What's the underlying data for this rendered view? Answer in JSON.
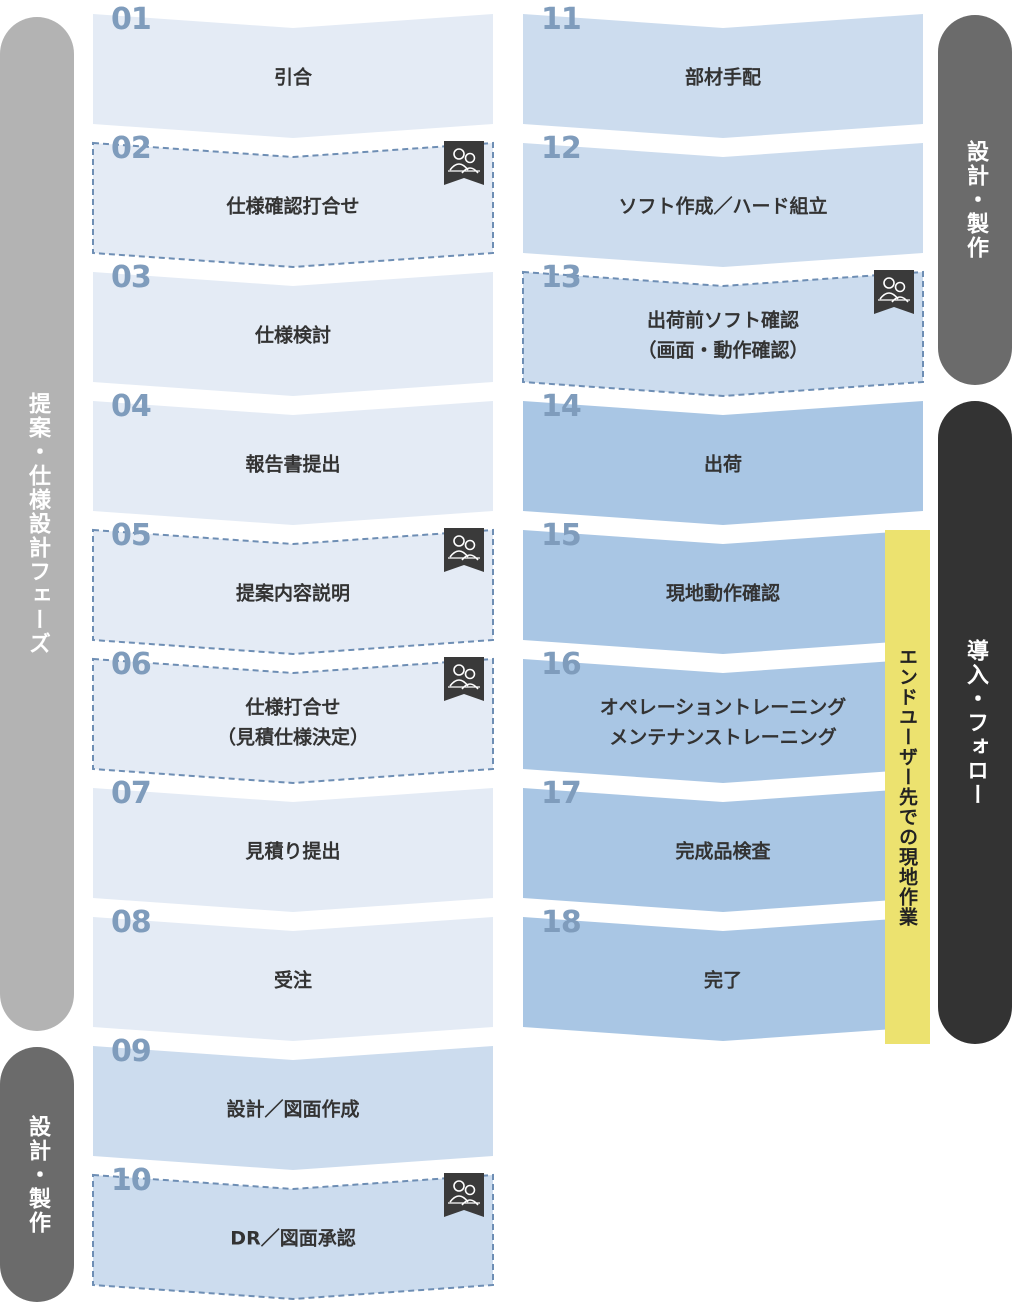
{
  "phases": {
    "proposal": {
      "label": "提案・仕様設計フェーズ"
    },
    "design_left": {
      "label": "設計・製作"
    },
    "design_right": {
      "label": "設計・製作"
    },
    "install": {
      "label": "導入・フォロー"
    },
    "onsite": {
      "label": "エンドユーザー先での現地作業"
    }
  },
  "colors": {
    "step_light": "#e4ebf5",
    "step_mid": "#ccdcee",
    "step_dark": "#a9c6e4",
    "step_number": "#7f9cbc",
    "dashed_border": "#6e8eb4",
    "phase_gray": "#b3b3b3",
    "phase_darkgray": "#6b6b6b",
    "phase_black": "#333333",
    "onsite_yellow": "#ece26f",
    "meeting_icon_bg": "#3a3a3a"
  },
  "steps": [
    {
      "number": "01",
      "lines": [
        "引合"
      ],
      "meeting": false,
      "tone": "light"
    },
    {
      "number": "02",
      "lines": [
        "仕様確認打合せ"
      ],
      "meeting": true,
      "tone": "light"
    },
    {
      "number": "03",
      "lines": [
        "仕様検討"
      ],
      "meeting": false,
      "tone": "light"
    },
    {
      "number": "04",
      "lines": [
        "報告書提出"
      ],
      "meeting": false,
      "tone": "light"
    },
    {
      "number": "05",
      "lines": [
        "提案内容説明"
      ],
      "meeting": true,
      "tone": "light"
    },
    {
      "number": "06",
      "lines": [
        "仕様打合せ",
        "（見積仕様決定）"
      ],
      "meeting": true,
      "tone": "light"
    },
    {
      "number": "07",
      "lines": [
        "見積り提出"
      ],
      "meeting": false,
      "tone": "light"
    },
    {
      "number": "08",
      "lines": [
        "受注"
      ],
      "meeting": false,
      "tone": "light"
    },
    {
      "number": "09",
      "lines": [
        "設計／図面作成"
      ],
      "meeting": false,
      "tone": "mid"
    },
    {
      "number": "10",
      "lines": [
        "DR／図面承認"
      ],
      "meeting": true,
      "tone": "mid"
    },
    {
      "number": "11",
      "lines": [
        "部材手配"
      ],
      "meeting": false,
      "tone": "mid"
    },
    {
      "number": "12",
      "lines": [
        "ソフト作成／ハード組立"
      ],
      "meeting": false,
      "tone": "mid"
    },
    {
      "number": "13",
      "lines": [
        "出荷前ソフト確認",
        "（画面・動作確認）"
      ],
      "meeting": true,
      "tone": "mid"
    },
    {
      "number": "14",
      "lines": [
        "出荷"
      ],
      "meeting": false,
      "tone": "dark"
    },
    {
      "number": "15",
      "lines": [
        "現地動作確認"
      ],
      "meeting": false,
      "tone": "dark"
    },
    {
      "number": "16",
      "lines": [
        "オペレーショントレーニング",
        "メンテナンストレーニング"
      ],
      "meeting": false,
      "tone": "dark"
    },
    {
      "number": "17",
      "lines": [
        "完成品検査"
      ],
      "meeting": false,
      "tone": "dark"
    },
    {
      "number": "18",
      "lines": [
        "完了"
      ],
      "meeting": false,
      "tone": "dark"
    }
  ]
}
